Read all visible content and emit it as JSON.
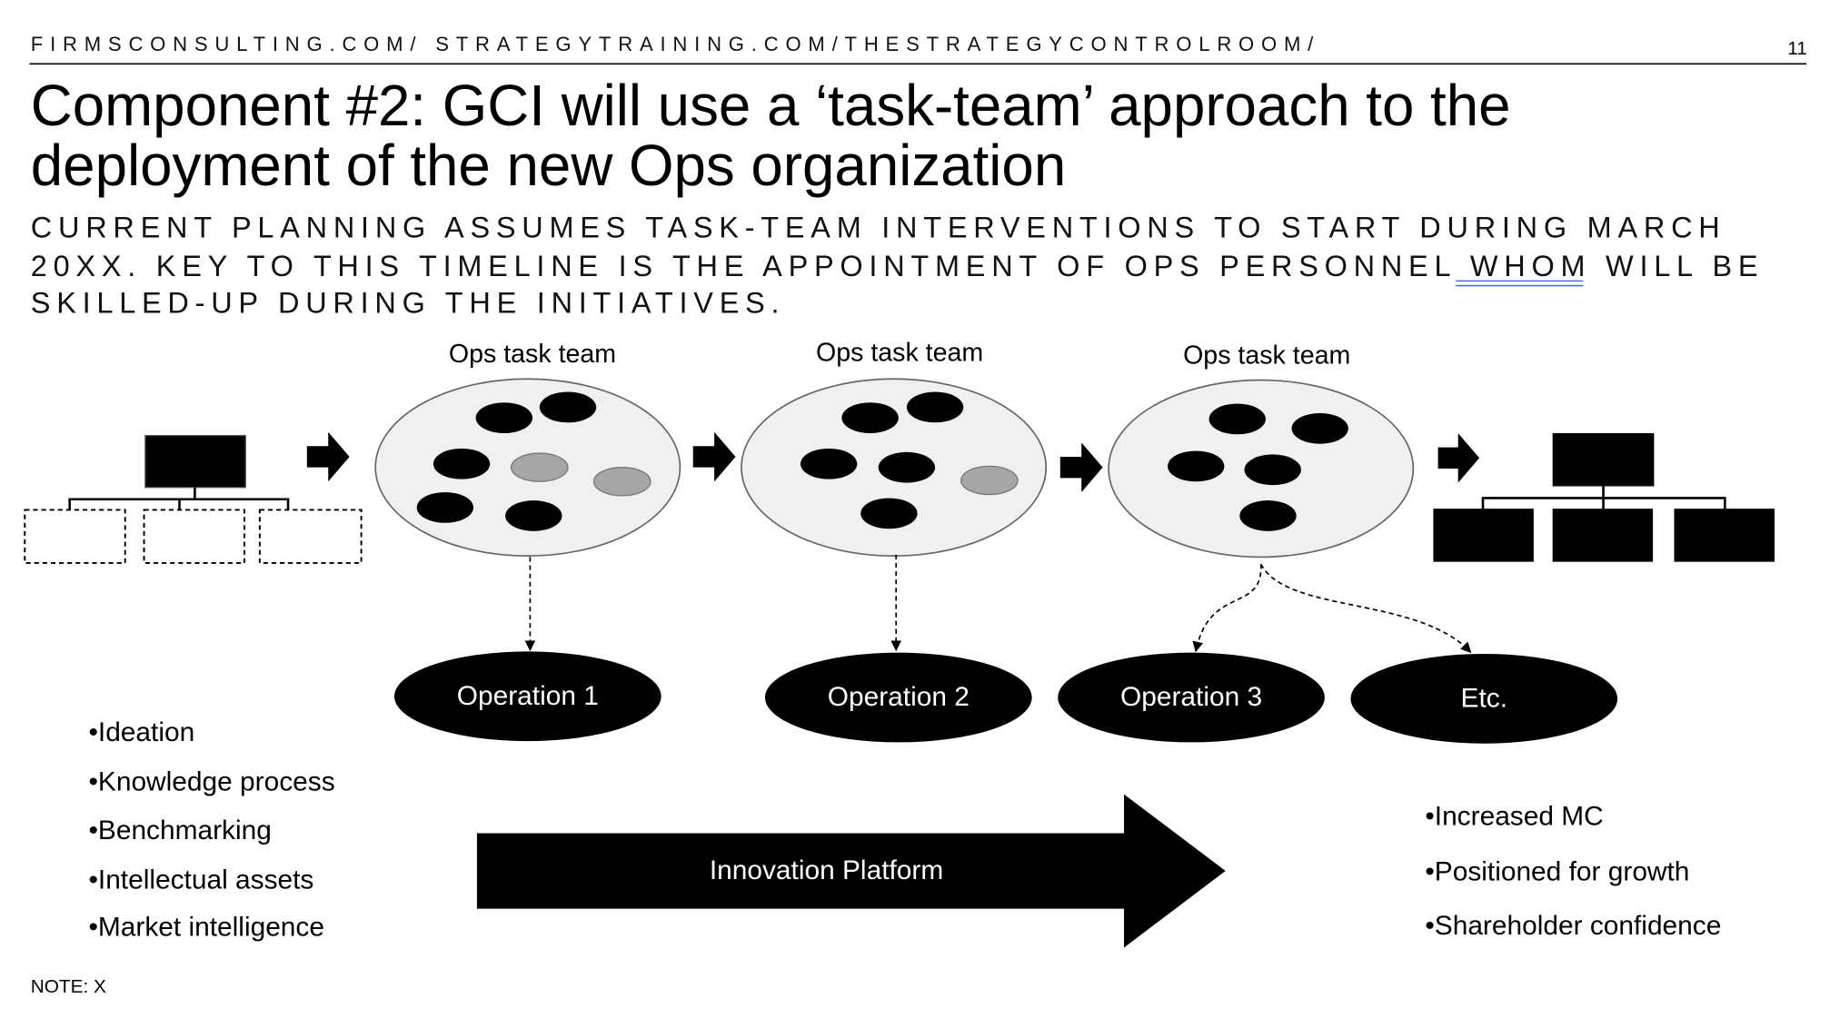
{
  "header": {
    "url_text": "FIRMSCONSULTING.COM/ STRATEGYTRAINING.COM/THESTRATEGYCONTROLROOM/",
    "page_number": "11"
  },
  "title": {
    "line1": "Component #2: GCI will use a ‘task-team’ approach to the",
    "line2": "deployment of the new Ops organization"
  },
  "subtitle": {
    "line1": "CURRENT PLANNING ASSUMES TASK-TEAM INTERVENTIONS TO START DURING MARCH",
    "line2_pre": "20XX. KEY TO THIS TIMELINE IS THE APPOINTMENT OF OPS PERSONNEL ",
    "line2_flagged": "WHOM",
    "line2_post": " WILL BE",
    "line3": "SKILLED-UP DURING THE INITIATIVES."
  },
  "teams": [
    {
      "label": "Ops task team"
    },
    {
      "label": "Ops task team"
    },
    {
      "label": "Ops task team"
    }
  ],
  "operations": [
    {
      "label": "Operation 1"
    },
    {
      "label": "Operation 2"
    },
    {
      "label": "Operation 3"
    },
    {
      "label": "Etc."
    }
  ],
  "left_bullets": [
    "•Ideation",
    "•Knowledge process",
    "•Benchmarking",
    "•Intellectual assets",
    "•Market intelligence"
  ],
  "platform_label": "Innovation Platform",
  "right_bullets": [
    "•Increased MC",
    "•Positioned for growth",
    "•Shareholder confidence"
  ],
  "note": "NOTE: X",
  "colors": {
    "member": "#000000",
    "new_member": "#a6a6a6",
    "team_fill": "#f0f0f0",
    "spellcheck": "#4a6fd6"
  }
}
